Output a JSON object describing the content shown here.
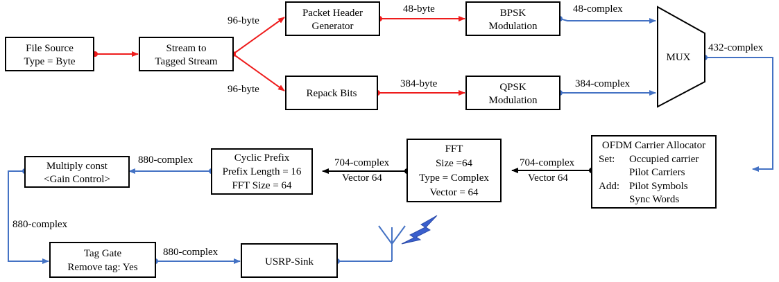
{
  "colors": {
    "byte_stream": "#ee1c1c",
    "complex_stream": "#4472c4",
    "block_border": "#000000",
    "signal_icon": "#3a5fcd"
  },
  "blocks": {
    "file_source": [
      "File Source",
      "Type = Byte"
    ],
    "stream_to_tagged": [
      "Stream to",
      "Tagged Stream"
    ],
    "packet_header": [
      "Packet Header",
      "Generator"
    ],
    "repack_bits": [
      "Repack Bits"
    ],
    "bpsk": [
      "BPSK",
      "Modulation"
    ],
    "qpsk": [
      "QPSK",
      "Modulation"
    ],
    "mux": [
      "MUX"
    ],
    "ofdm_allocator": {
      "title": "OFDM Carrier Allocator",
      "set_label": "Set:",
      "set_items": [
        "Occupied carrier",
        "Pilot Carriers"
      ],
      "add_label": "Add:",
      "add_items": [
        "Pilot Symbols",
        "Sync Words"
      ]
    },
    "fft": [
      "FFT",
      "Size =64",
      "Type = Complex",
      "Vector = 64"
    ],
    "cyclic_prefix": [
      "Cyclic Prefix",
      "Prefix Length = 16",
      "FFT Size = 64"
    ],
    "multiply_const": [
      "Multiply const",
      "<Gain Control>"
    ],
    "tag_gate": [
      "Tag Gate",
      "Remove tag: Yes"
    ],
    "usrp_sink": [
      "USRP-Sink"
    ]
  },
  "edges": {
    "stt_to_header": "96-byte",
    "stt_to_repack": "96-byte",
    "header_to_bpsk": "48-byte",
    "repack_to_qpsk": "384-byte",
    "bpsk_to_mux": "48-complex",
    "qpsk_to_mux": "384-complex",
    "mux_out": "432-complex",
    "alloc_to_fft": [
      "704-complex",
      "Vector 64"
    ],
    "fft_to_cp": [
      "704-complex",
      "Vector 64"
    ],
    "cp_to_mult": "880-complex",
    "mult_to_tag": "880-complex",
    "tag_to_usrp": "880-complex"
  },
  "icons": [
    "antenna-icon",
    "lightning-bolt-icon"
  ]
}
